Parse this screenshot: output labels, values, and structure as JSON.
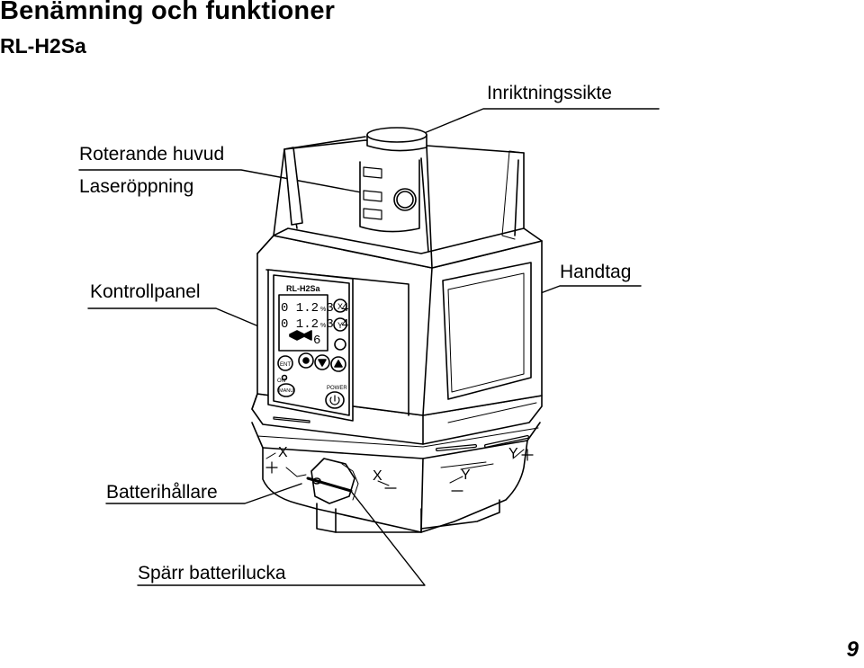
{
  "page": {
    "title": "Benämning och funktioner",
    "subtitle": "RL-H2Sa",
    "page_number": "9"
  },
  "labels": {
    "sight": "Inriktningssikte",
    "rotating_head": "Roterande huvud",
    "laser_aperture": "Laseröppning",
    "control_panel": "Kontrollpanel",
    "handle": "Handtag",
    "battery_holder": "Batterihållare",
    "battery_lock": "Spärr batterilucka"
  },
  "device": {
    "model": "RL-H2Sa",
    "display_line_1": "0 1.2 3 4",
    "display_line_2": "0 1.2 3 4",
    "display_speed": "6",
    "percent": "%",
    "btn_x": "X",
    "btn_y": "Y",
    "btn_ent": "ENT",
    "btn_manu": "MANU",
    "led_on": "ON",
    "power_label": "POWER",
    "axis_x": "X",
    "axis_y": "Y",
    "plus": "+",
    "minus": "−"
  }
}
